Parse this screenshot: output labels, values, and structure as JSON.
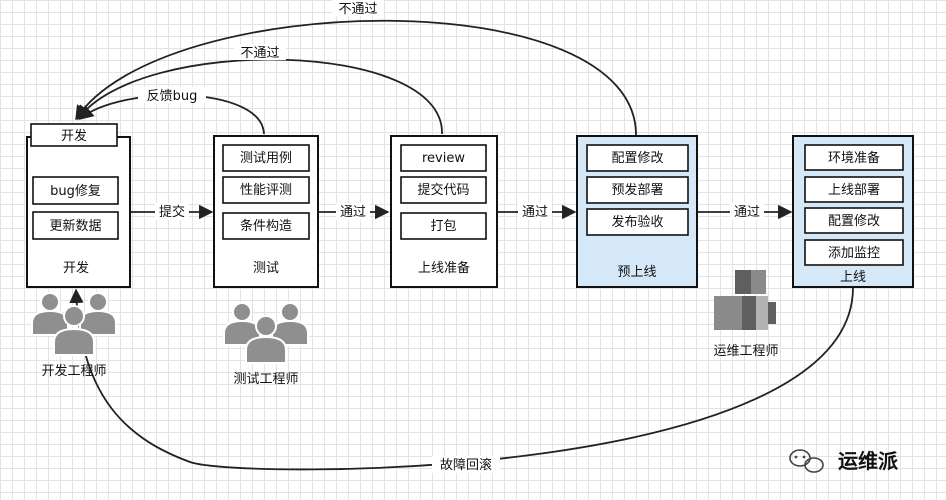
{
  "stages": [
    {
      "id": "dev",
      "header": "开发",
      "items": [
        "bug修复",
        "更新数据"
      ],
      "caption": "开发",
      "highlight": false
    },
    {
      "id": "test",
      "items": [
        "测试用例",
        "性能评测",
        "条件构造"
      ],
      "caption": "测试",
      "highlight": false
    },
    {
      "id": "prep",
      "items": [
        "review",
        "提交代码",
        "打包"
      ],
      "caption": "上线准备",
      "highlight": false
    },
    {
      "id": "pre",
      "items": [
        "配置修改",
        "预发部署",
        "发布验收"
      ],
      "caption": "预上线",
      "highlight": true
    },
    {
      "id": "live",
      "items": [
        "环境准备",
        "上线部署",
        "配置修改",
        "添加监控"
      ],
      "caption": "上线",
      "highlight": true
    }
  ],
  "edges": {
    "dev_to_test": "提交",
    "test_to_prep": "通过",
    "prep_to_pre": "通过",
    "pre_to_live": "通过",
    "test_to_dev": "反馈bug",
    "prep_to_dev": "不通过",
    "pre_to_dev": "不通过",
    "live_to_dev": "故障回滚"
  },
  "roles": {
    "developer": "开发工程师",
    "tester": "测试工程师",
    "ops": "运维工程师"
  },
  "watermark": "运维派",
  "colors": {
    "blue_fill": "#d5e8f8",
    "stroke": "#111111"
  }
}
